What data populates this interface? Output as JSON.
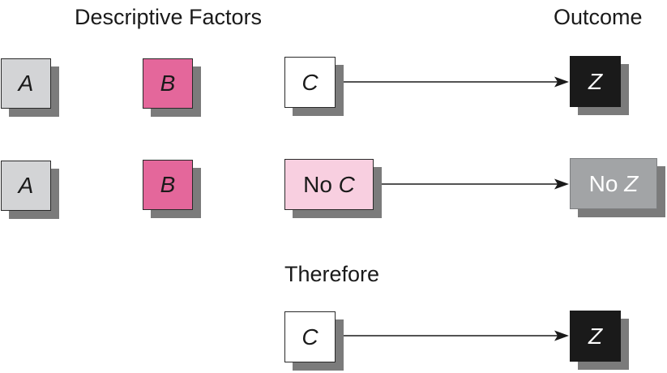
{
  "headings": {
    "descriptive_factors": "Descriptive Factors",
    "outcome": "Outcome",
    "therefore": "Therefore"
  },
  "row1": {
    "a": {
      "pre": "",
      "var": "A"
    },
    "b": {
      "pre": "",
      "var": "B"
    },
    "c": {
      "pre": "",
      "var": "C"
    },
    "z": {
      "pre": "",
      "var": "Z"
    }
  },
  "row2": {
    "a": {
      "pre": "",
      "var": "A"
    },
    "b": {
      "pre": "",
      "var": "B"
    },
    "c": {
      "pre": "No ",
      "var": "C"
    },
    "z": {
      "pre": "No ",
      "var": "Z"
    }
  },
  "row3": {
    "c": {
      "pre": "",
      "var": "C"
    },
    "z": {
      "pre": "",
      "var": "Z"
    }
  },
  "colors": {
    "a_fill": "#d3d4d6",
    "b_fill": "#e4679b",
    "c_fill": "#ffffff",
    "noc_fill": "#f8cfe0",
    "z_fill": "#1a1a1a",
    "noz_fill": "#a2a4a6",
    "shadow": "#7b7b7b",
    "arrow": "#1a1a1a"
  }
}
